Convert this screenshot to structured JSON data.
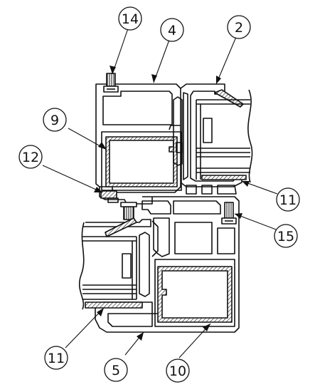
{
  "colors": {
    "ink": "#111111",
    "paper": "#ffffff"
  },
  "callouts": [
    {
      "id": "c14",
      "label": "14"
    },
    {
      "id": "c4",
      "label": "4"
    },
    {
      "id": "c2",
      "label": "2"
    },
    {
      "id": "c9",
      "label": "9"
    },
    {
      "id": "c12",
      "label": "12"
    },
    {
      "id": "c11a",
      "label": "11"
    },
    {
      "id": "c15",
      "label": "15"
    },
    {
      "id": "c11b",
      "label": "11"
    },
    {
      "id": "c5",
      "label": "5"
    },
    {
      "id": "c10",
      "label": "10"
    }
  ]
}
